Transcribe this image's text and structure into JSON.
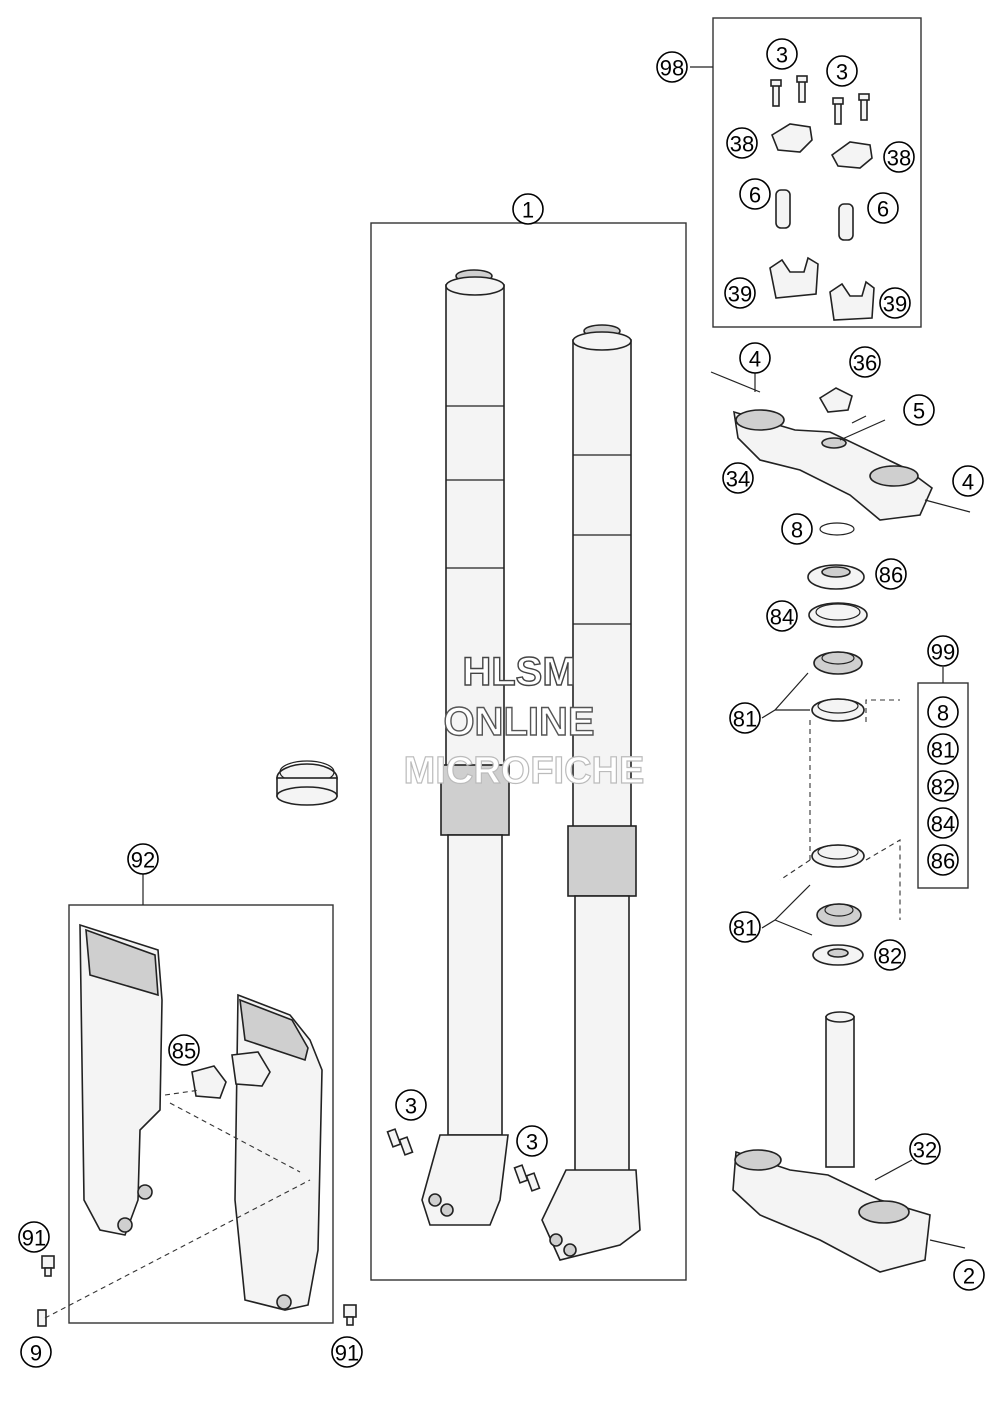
{
  "watermark": {
    "line1": "HLSM",
    "line2": "ONLINE",
    "line3": "MICROFICHE"
  },
  "callouts": {
    "c1": "1",
    "c2": "2",
    "c3a": "3",
    "c3b": "3",
    "c3c": "3",
    "c3d": "3",
    "c4a": "4",
    "c4b": "4",
    "c5": "5",
    "c6a": "6",
    "c6b": "6",
    "c8": "8",
    "c9": "9",
    "c32": "32",
    "c34": "34",
    "c36": "36",
    "c38a": "38",
    "c38b": "38",
    "c39a": "39",
    "c39b": "39",
    "c81a": "81",
    "c81b": "81",
    "c82": "82",
    "c84": "84",
    "c85": "85",
    "c86": "86",
    "c91a": "91",
    "c91b": "91",
    "c92": "92",
    "c98": "98",
    "c99": "99"
  },
  "kit_99_items": [
    "8",
    "81",
    "82",
    "84",
    "86"
  ]
}
